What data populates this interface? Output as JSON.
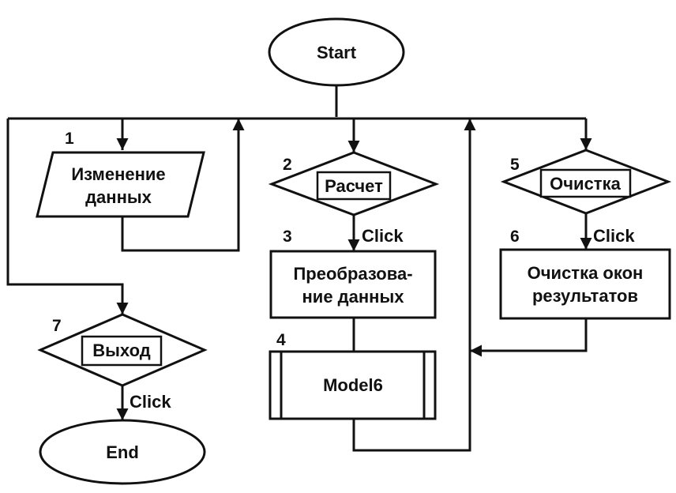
{
  "nodes": {
    "start": "Start",
    "end": "End",
    "n1": {
      "num": "1",
      "line1": "Изменение",
      "line2": "данных"
    },
    "n2": {
      "num": "2",
      "label": "Расчет"
    },
    "n3": {
      "num": "3",
      "line1": "Преобразова-",
      "line2": "ние данных"
    },
    "n4": {
      "num": "4",
      "label": "Model6"
    },
    "n5": {
      "num": "5",
      "label": "Очистка"
    },
    "n6": {
      "num": "6",
      "line1": "Очистка окон",
      "line2": "результатов"
    },
    "n7": {
      "num": "7",
      "label": "Выход"
    }
  },
  "edge_labels": {
    "click_calc": "Click",
    "click_clear": "Click",
    "click_exit": "Click"
  },
  "colors": {
    "line": "#111111",
    "fill": "#ffffff"
  }
}
